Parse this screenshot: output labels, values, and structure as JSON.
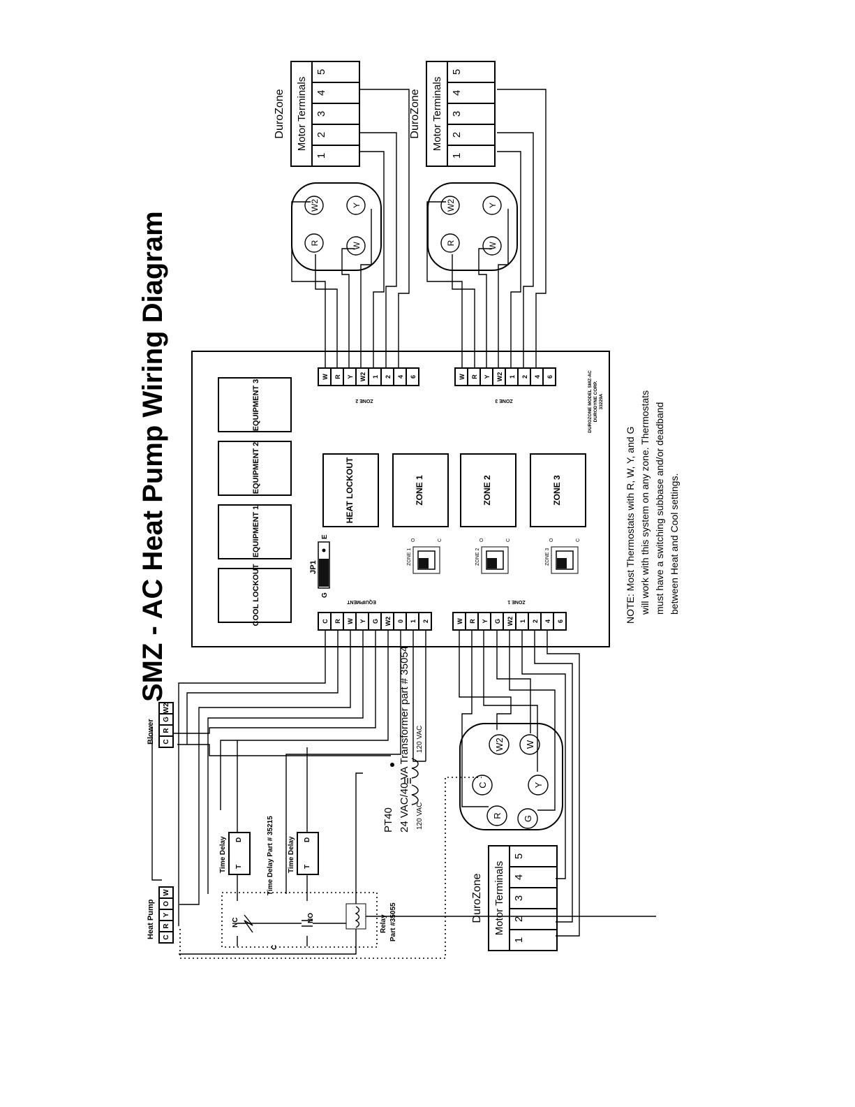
{
  "title": "SMZ - AC Heat Pump Wiring Diagram",
  "motor_terminals": {
    "brand": "DuroZone",
    "label": "Motor Terminals",
    "terminals": [
      "1",
      "2",
      "3",
      "4",
      "5"
    ]
  },
  "thermostat": {
    "round_terminals": [
      "R",
      "W",
      "Y",
      "W2"
    ],
    "zone1_terminals": [
      "C",
      "W2",
      "W",
      "R",
      "G",
      "Y"
    ]
  },
  "board": {
    "boxes": [
      "COOL LOCKOUT",
      "EQUIPMENT 1",
      "EQUIPMENT 2",
      "EQUIPMENT 3",
      "HEAT LOCKOUT",
      "ZONE 1",
      "ZONE 2",
      "ZONE 3"
    ],
    "jp1": {
      "label": "JP1",
      "left": "G",
      "right": "E"
    },
    "zone_switch_labels": [
      "ZONE 1",
      "ZONE 2",
      "ZONE 3"
    ],
    "switch_o": "O",
    "switch_c": "C",
    "equipment_label": "EQUIPMENT",
    "equipment_terminals": [
      "C",
      "R",
      "W",
      "Y",
      "G",
      "W2",
      "0",
      "1",
      "2"
    ],
    "zone_terminals": [
      "W",
      "R",
      "Y",
      "G",
      "W2",
      "1",
      "2",
      "4",
      "6"
    ],
    "zone_top_terminals": [
      "W",
      "R",
      "Y",
      "W2",
      "1",
      "2",
      "4",
      "6"
    ],
    "zone_labels": [
      "ZONE 1",
      "ZONE 2",
      "ZONE 3"
    ],
    "model_lines": [
      "DUROZONE MODEL SMZ-AC",
      "DURODYNE CORP.",
      "33229A"
    ]
  },
  "note": [
    "NOTE: Most Thermostats with R, W, Y, and G",
    "will work with this system on any zone. Thermostats",
    "must have a switching subbase and/or deadband",
    "between Heat and Cool settings."
  ],
  "blower": {
    "label": "Blower",
    "terminals": [
      "C",
      "R",
      "G",
      "W2"
    ]
  },
  "heat_pump": {
    "label": "Heat Pump",
    "terminals": [
      "C",
      "R",
      "Y",
      "O",
      "W"
    ]
  },
  "time_delay": {
    "label": "Time Delay",
    "part": "Time Delay Part # 35215",
    "t": "T",
    "d": "D"
  },
  "relay": {
    "label": "Relay",
    "part": "Part #35055",
    "nc": "NC",
    "no": "NO",
    "c": "C"
  },
  "transformer": {
    "model": "PT40",
    "spec": "24 VAC/40 VA Transformer part # 35054",
    "primary": "120 VAC",
    "secondary": "120 VAC"
  }
}
